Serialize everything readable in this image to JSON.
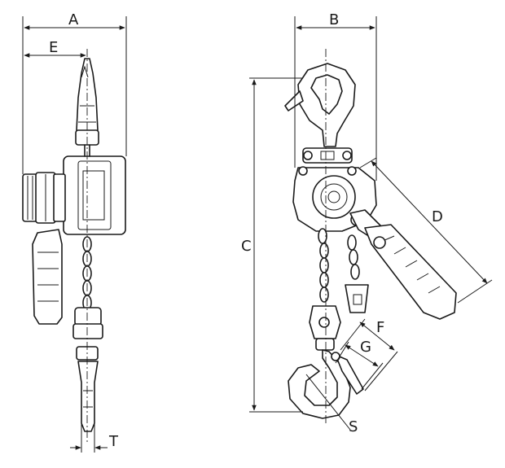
{
  "labels": {
    "A": "A",
    "B": "B",
    "C": "C",
    "D": "D",
    "E": "E",
    "F": "F",
    "G": "G",
    "S": "S",
    "T": "T"
  }
}
